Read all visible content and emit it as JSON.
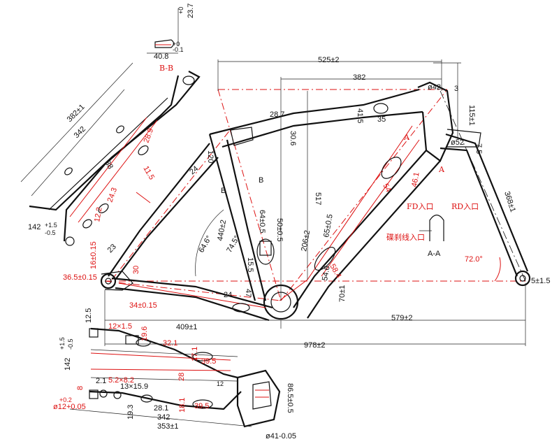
{
  "section_labels": {
    "bb": "B-B",
    "aa": "A-A",
    "a_right": "A",
    "a_top": "A",
    "b_left": "B",
    "b_right": "B"
  },
  "routing_notes": {
    "fd": "FD入口",
    "rd": "RD入口",
    "brake": "碟刹线入口"
  },
  "dims": {
    "d_525": "525±2",
    "d_382": "382",
    "d_phi42": "ø42",
    "d_3": "3",
    "d_115": "115±1",
    "d_7_5": "7.5",
    "d_phi52": "ø52",
    "d_368": "368±1",
    "d_72": "72.0°",
    "d_5_1_5": "5±1.5",
    "d_579": "579±2",
    "d_978": "978±2",
    "d_409": "409±1",
    "d_36_5": "36.5±0.15",
    "d_34": "34±0.15",
    "d_30": "30",
    "d_23": "23",
    "d_16": "16±0.15",
    "d_24_stay": "24",
    "d_47": "47",
    "d_440": "440±2",
    "d_64_6": "64.6°",
    "d_74_5": "74.5°",
    "d_64": "64±0.5",
    "d_50": "50±0.5",
    "d_15_5": "15.5",
    "d_517": "517",
    "d_206": "206±2",
    "d_65": "65±0.5",
    "d_28_7": "28.7",
    "d_30_6": "30.6",
    "d_120": "120",
    "d_24_dt": "24",
    "d_58_4": "58.4",
    "d_54_6": "54.6",
    "d_70": "70±1",
    "d_35": "35",
    "d_41_5": "41.5",
    "d_54": "54",
    "d_46_1": "46.1",
    "d_40_8": "40.8",
    "d_0_1": "-0.1",
    "d_plus0": "+0",
    "d_23_7": "23.7",
    "d_382_1": "382±1",
    "d_342_top": "342",
    "d_28_9": "28.9",
    "d_11_5": "11.5",
    "d_38": "38",
    "d_24_3": "24.3",
    "d_12_2": "12.2",
    "d_142_tl": "142",
    "d_tol_tl": "+1.5",
    "d_tol_tl2": "-0.5",
    "d_12_5": "12.5",
    "d_12x1_5": "12×1.5",
    "d_19_6": "19.6",
    "d_32_1": "32.1",
    "d_142_bl": "142",
    "d_tol_bl": "+1.5",
    "d_tol_bl2": "-0.5",
    "d_17_1": "17.1",
    "d_39_5a": "39.5",
    "d_28": "28",
    "d_8": "8",
    "d_2_1": "2.1",
    "d_5_2x8_2": "5.2×8.2",
    "d_13x15_9": "13×15.9",
    "d_28_1": "28.1",
    "d_18_1": "18.1",
    "d_39_5b": "39.5",
    "d_phi12": "ø12+0.05",
    "d_plus02": "+0.2",
    "d_19_3": "19.3",
    "d_342_bot": "342",
    "d_353": "353±1",
    "d_86_5": "86.5±0.5",
    "d_phi41": "ø41-0.05",
    "d_12_small": "12"
  }
}
